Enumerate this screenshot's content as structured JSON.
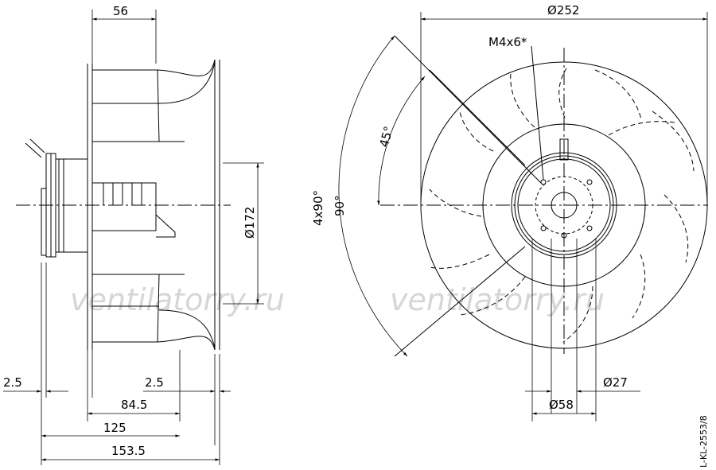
{
  "side_view": {
    "dim_width_top": "56",
    "dim_diameter_inlet": "Ø172",
    "dim_left_offset": "2.5",
    "dim_right_offset": "2.5",
    "dim_84_5": "84.5",
    "dim_125": "125",
    "dim_153_5": "153.5"
  },
  "front_view": {
    "dim_outer_diameter": "Ø252",
    "screw_label": "M4x6*",
    "angle_45": "45°",
    "angle_90": "90°",
    "angle_4x90": "4x90°",
    "dim_27": "Ø27",
    "dim_58": "Ø58"
  },
  "watermark_text": "ventilatorry.ru",
  "drawing_code": "L-KL-2553/8"
}
